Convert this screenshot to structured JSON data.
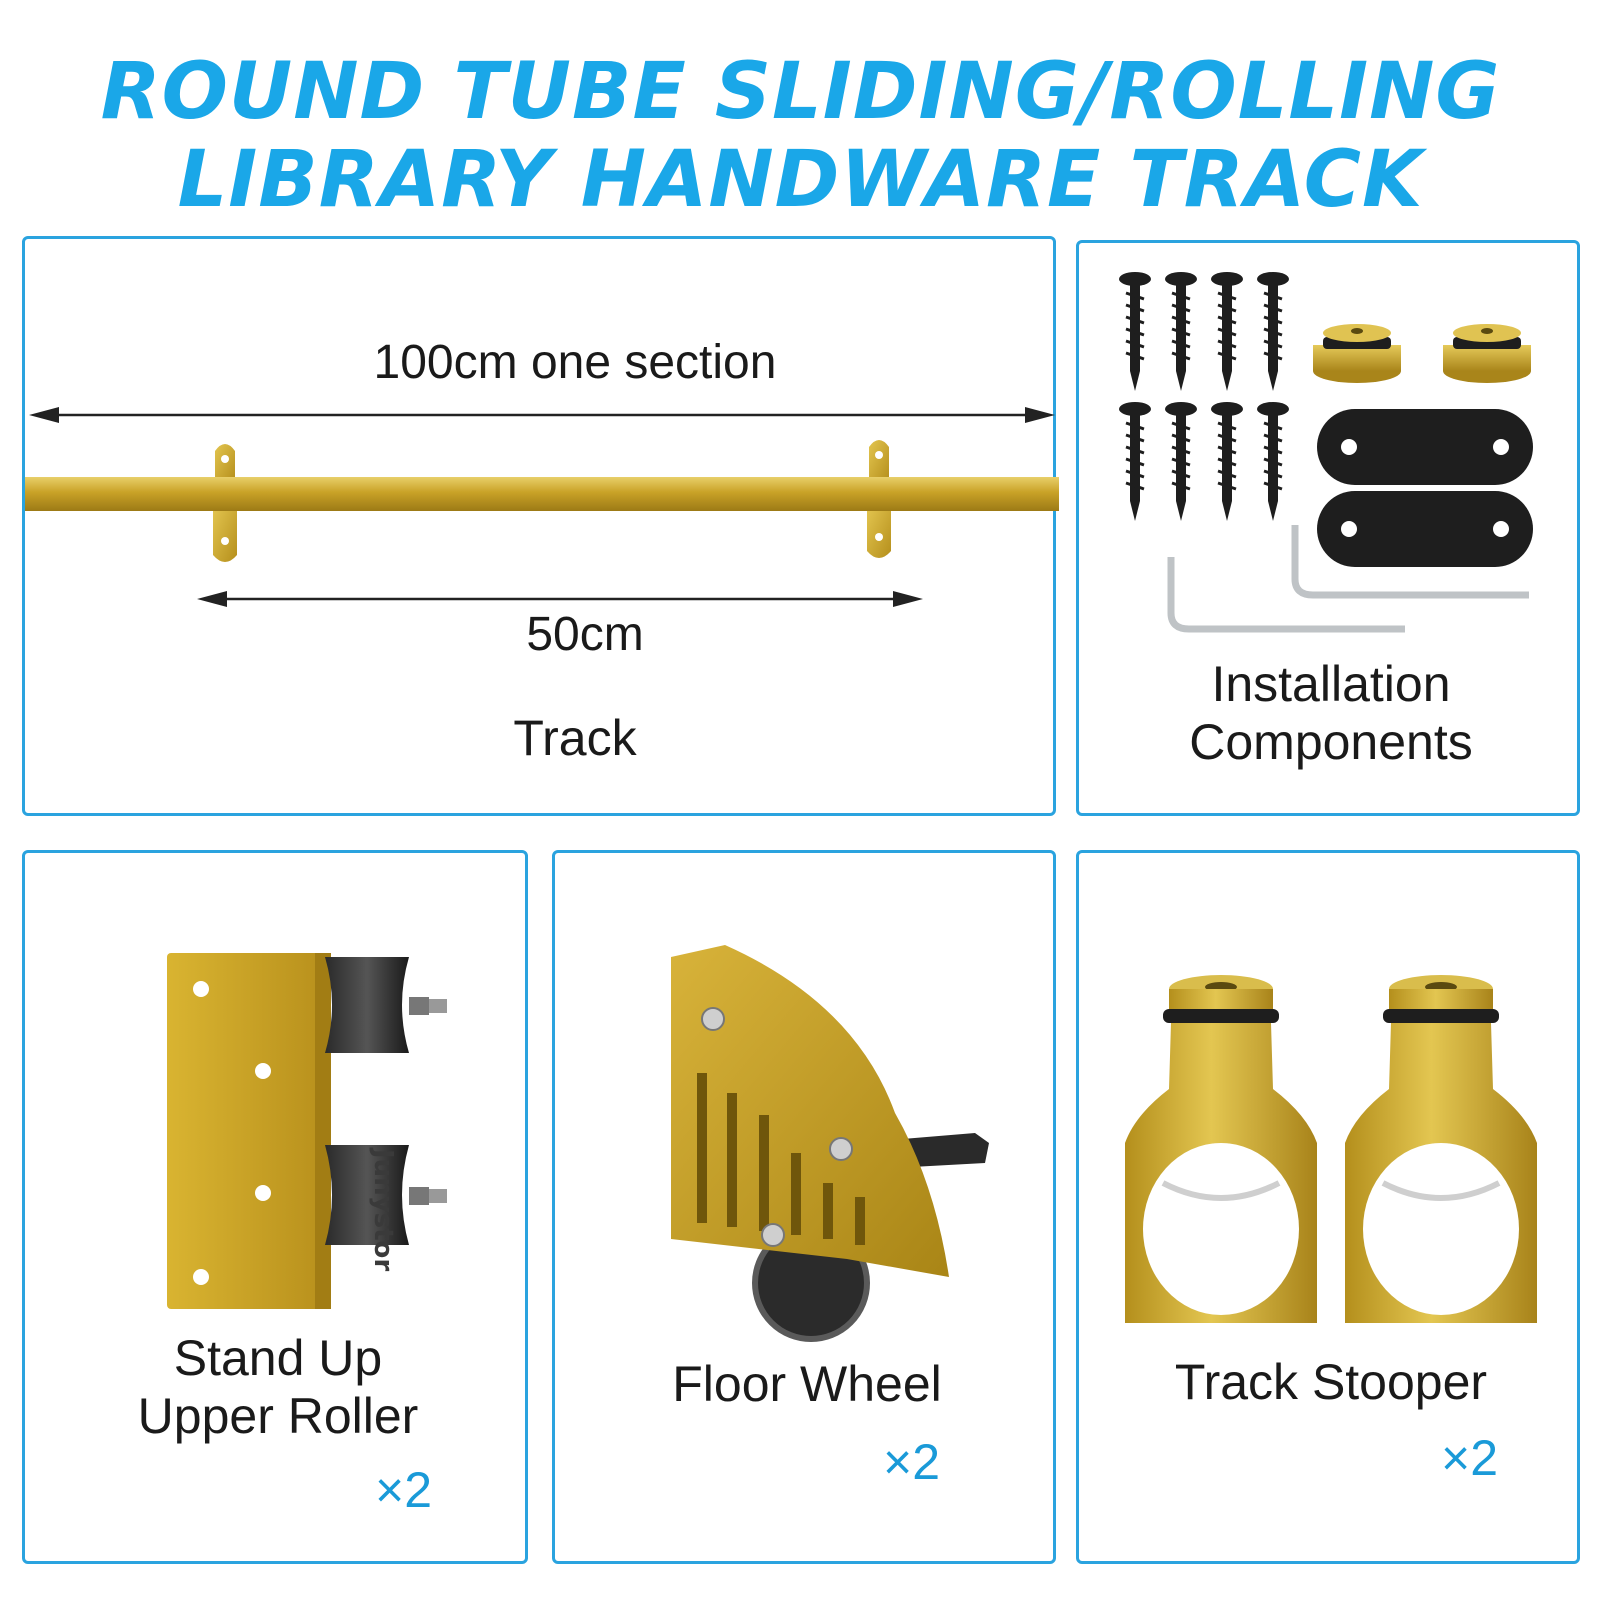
{
  "title": {
    "line1": "ROUND TUBE SLIDING/ROLLING",
    "line2": "LIBRARY HANDWARE TRACK"
  },
  "track_panel": {
    "length_label": "100cm one section",
    "spacing_label": "50cm",
    "name": "Track"
  },
  "install_panel": {
    "name_line1": "Installation",
    "name_line2": "Components"
  },
  "roller_panel": {
    "name_line1": "Stand Up",
    "name_line2": "Upper Roller",
    "quantity": "×2",
    "brand_text": "Junystor"
  },
  "wheel_panel": {
    "name": "Floor Wheel",
    "quantity": "×2"
  },
  "stooper_panel": {
    "name": "Track Stooper",
    "quantity": "×2"
  },
  "colors": {
    "accent": "#1aa7e8",
    "border": "#2aa3df",
    "gold": "#c9a227",
    "black_part": "#1e1e1e"
  }
}
